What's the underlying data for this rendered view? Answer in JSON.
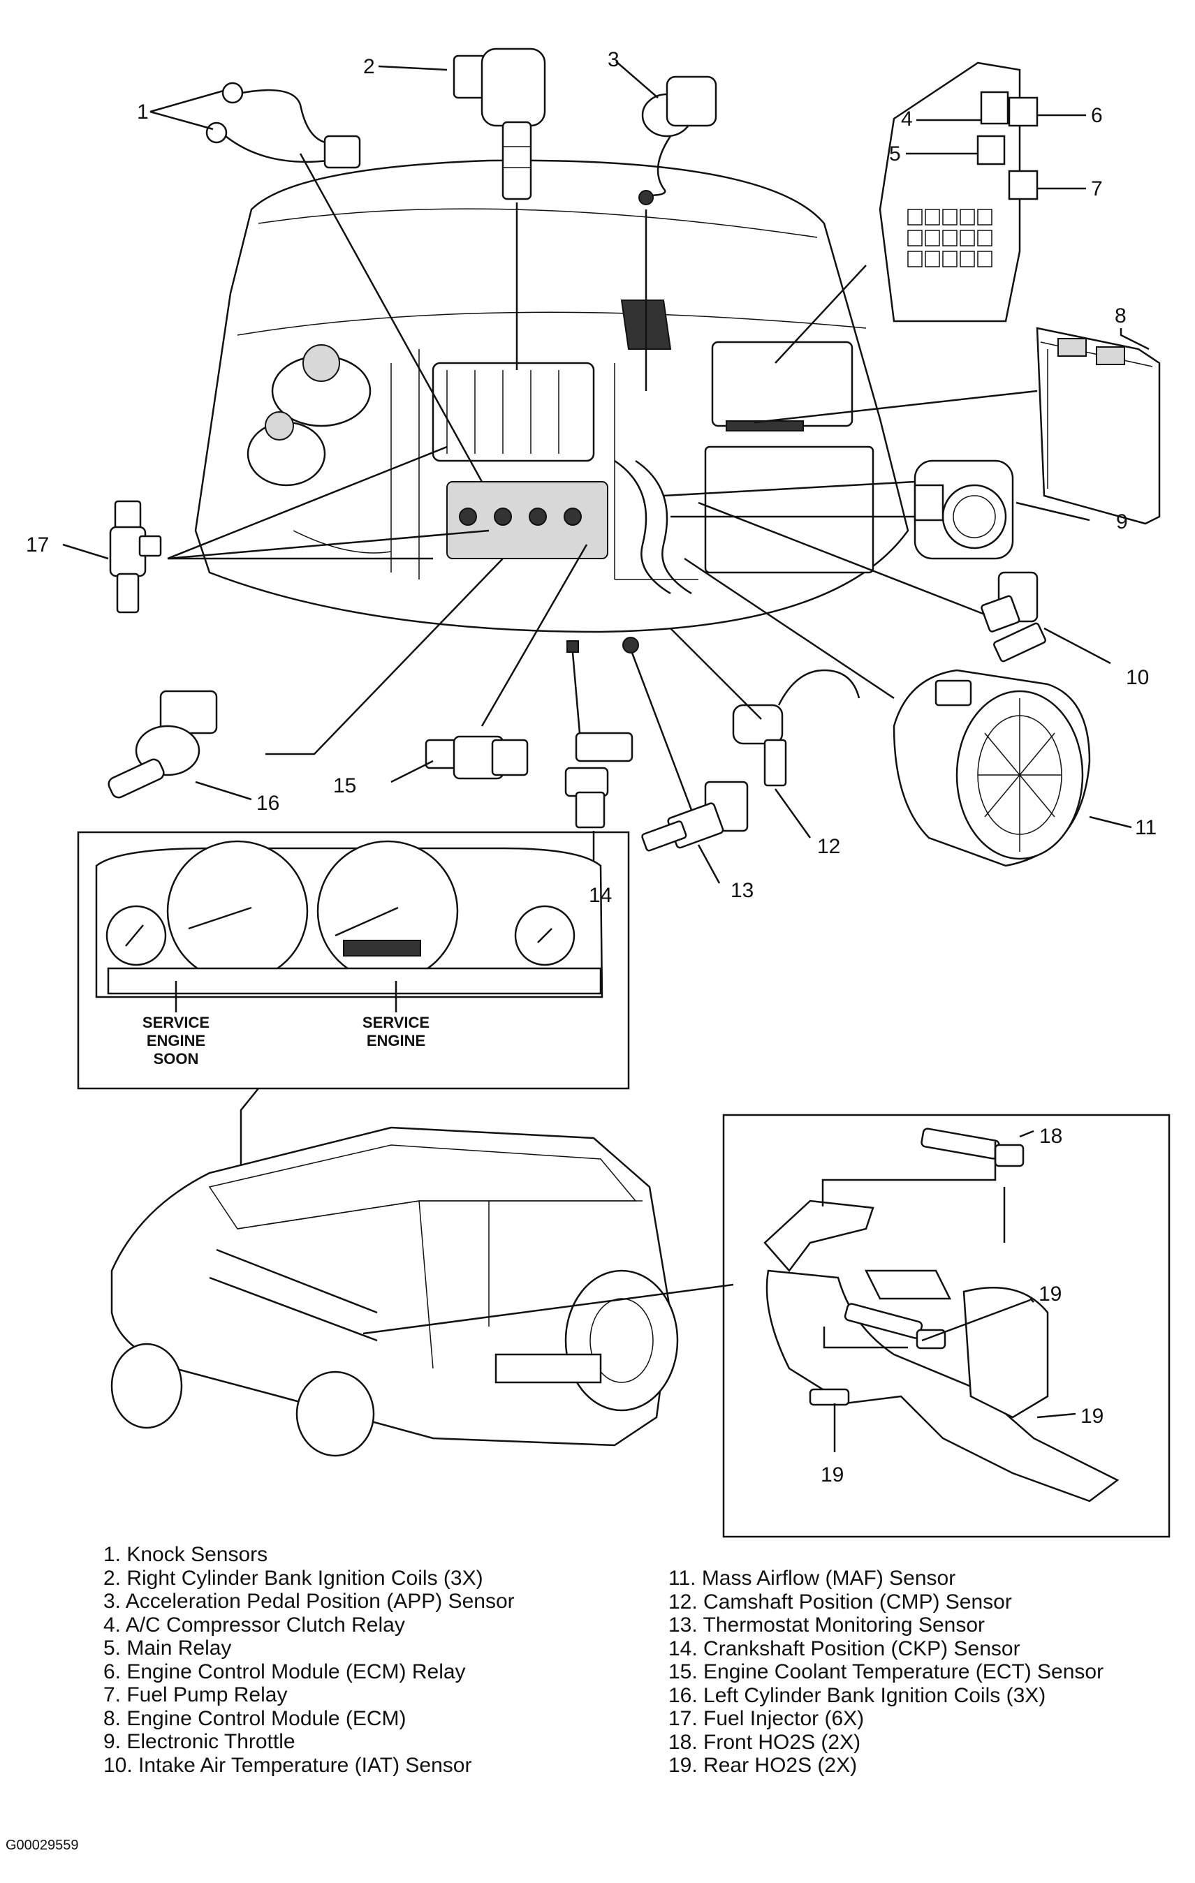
{
  "callouts": [
    {
      "num": "1"
    },
    {
      "num": "2"
    },
    {
      "num": "3"
    },
    {
      "num": "4"
    },
    {
      "num": "5"
    },
    {
      "num": "6"
    },
    {
      "num": "7"
    },
    {
      "num": "8"
    },
    {
      "num": "9"
    },
    {
      "num": "10"
    },
    {
      "num": "11"
    },
    {
      "num": "12"
    },
    {
      "num": "13"
    },
    {
      "num": "14"
    },
    {
      "num": "15"
    },
    {
      "num": "16"
    },
    {
      "num": "17"
    },
    {
      "num": "18"
    },
    {
      "num": "19"
    }
  ],
  "cluster": {
    "service_engine_soon": [
      "SERVICE",
      "ENGINE",
      "SOON"
    ],
    "service_engine": [
      "SERVICE",
      "ENGINE"
    ]
  },
  "legend": {
    "left": [
      "1. Knock Sensors",
      "2. Right Cylinder Bank Ignition Coils (3X)",
      "3. Acceleration Pedal Position (APP) Sensor",
      "4. A/C Compressor Clutch Relay",
      "5. Main Relay",
      "6. Engine Control Module (ECM) Relay",
      "7. Fuel Pump Relay",
      "8. Engine Control Module (ECM)",
      "9. Electronic Throttle",
      "10. Intake Air Temperature (IAT) Sensor"
    ],
    "right": [
      "11. Mass Airflow (MAF) Sensor",
      "12. Camshaft Position (CMP) Sensor",
      "13. Thermostat Monitoring Sensor",
      "14. Crankshaft Position (CKP) Sensor",
      "15. Engine Coolant Temperature (ECT) Sensor",
      "16. Left Cylinder Bank Ignition Coils (3X)",
      "17. Fuel Injector (6X)",
      "18. Front HO2S (2X)",
      "19. Rear HO2S (2X)"
    ]
  },
  "figure_id": "G00029559"
}
